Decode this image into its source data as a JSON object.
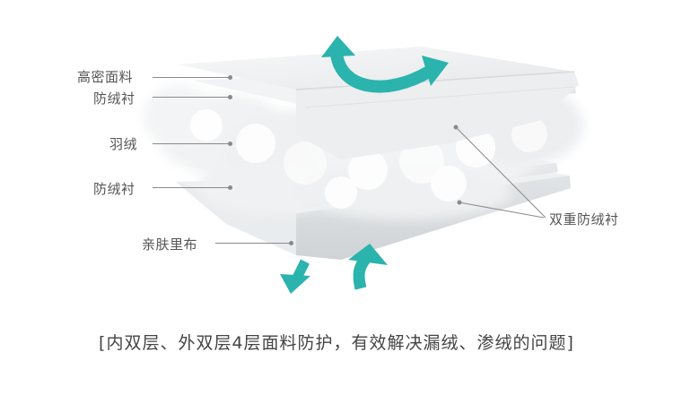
{
  "labels": {
    "top_fabric": "高密面料",
    "outer_lining": "防绒衬",
    "down": "羽绒",
    "inner_lining": "防绒衬",
    "skin_fabric": "亲肤里布",
    "double_lining": "双重防绒衬"
  },
  "caption": "[内双层、外双层4层面料防护，有效解决漏绒、渗绒的问题]",
  "colors": {
    "arrow": "#2bb3ad",
    "text": "#555555",
    "leader": "#8a8a8a",
    "fabric": "#f3f4f5"
  },
  "icons": [
    "curved-arrow-up-icon",
    "arrow-down-icon",
    "arrow-up-icon"
  ]
}
